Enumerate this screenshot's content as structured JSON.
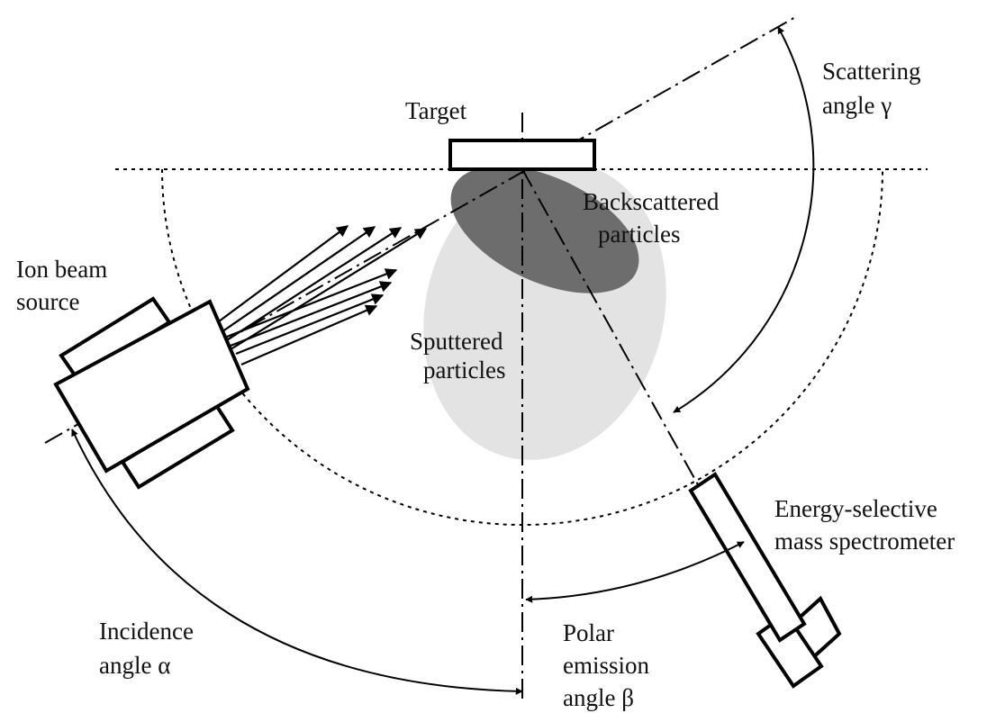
{
  "labels": {
    "target": "Target",
    "scattering_line1": "Scattering",
    "scattering_line2": "angle γ",
    "backscattered_line1": "Backscattered",
    "backscattered_line2": "particles",
    "ion_line1": "Ion beam",
    "ion_line2": "source",
    "sputtered_line1": "Sputtered",
    "sputtered_line2": "particles",
    "spectrometer_line1": "Energy-selective",
    "spectrometer_line2": "mass spectrometer",
    "incidence_line1": "Incidence",
    "incidence_line2": "angle α",
    "polar_line1": "Polar",
    "polar_line2": "emission",
    "polar_line3": "angle β"
  },
  "colors": {
    "sputtered_cloud": "#e3e3e3",
    "backscattered_cloud": "#6d6d6d",
    "outline": "#000000"
  }
}
